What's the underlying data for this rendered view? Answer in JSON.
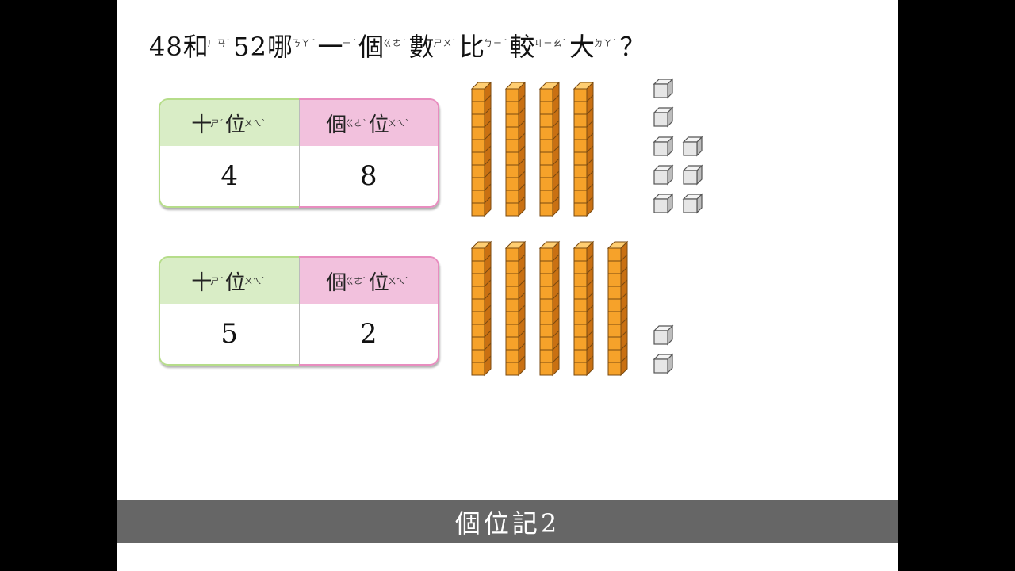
{
  "question": {
    "parts": [
      {
        "text": "48和",
        "zy": "ㄏㄢˋ"
      },
      {
        "text": "52哪",
        "zy": "ㄋㄚˇ"
      },
      {
        "text": "一",
        "zy": "ㄧˊ"
      },
      {
        "text": "個",
        "zy": "ㄍㄜ˙"
      },
      {
        "text": "數",
        "zy": "ㄕㄨˋ"
      },
      {
        "text": "比",
        "zy": "ㄅㄧˇ"
      },
      {
        "text": "較",
        "zy": "ㄐㄧㄠˋ"
      },
      {
        "text": "大",
        "zy": "ㄉㄚˋ"
      },
      {
        "text": "？",
        "zy": ""
      }
    ]
  },
  "tables": [
    {
      "tens_label": "十",
      "tens_zy": "ㄕˊ",
      "ones_label": "個",
      "ones_zy": "ㄍㄜˋ",
      "place_label": "位",
      "place_zy": "ㄨㄟˋ",
      "tens_value": "4",
      "ones_value": "8"
    },
    {
      "tens_label": "十",
      "tens_zy": "ㄕˊ",
      "ones_label": "個",
      "ones_zy": "ㄍㄜˋ",
      "place_label": "位",
      "place_zy": "ㄨㄟˋ",
      "tens_value": "5",
      "ones_value": "2"
    }
  ],
  "blocks": [
    {
      "rods": 4,
      "units": 8
    },
    {
      "rods": 5,
      "units": 2
    }
  ],
  "colors": {
    "rod_front": "#f6a22a",
    "rod_side": "#c97012",
    "rod_top": "#ffce72",
    "caption_bg": "#666666"
  },
  "caption": "個位記2"
}
